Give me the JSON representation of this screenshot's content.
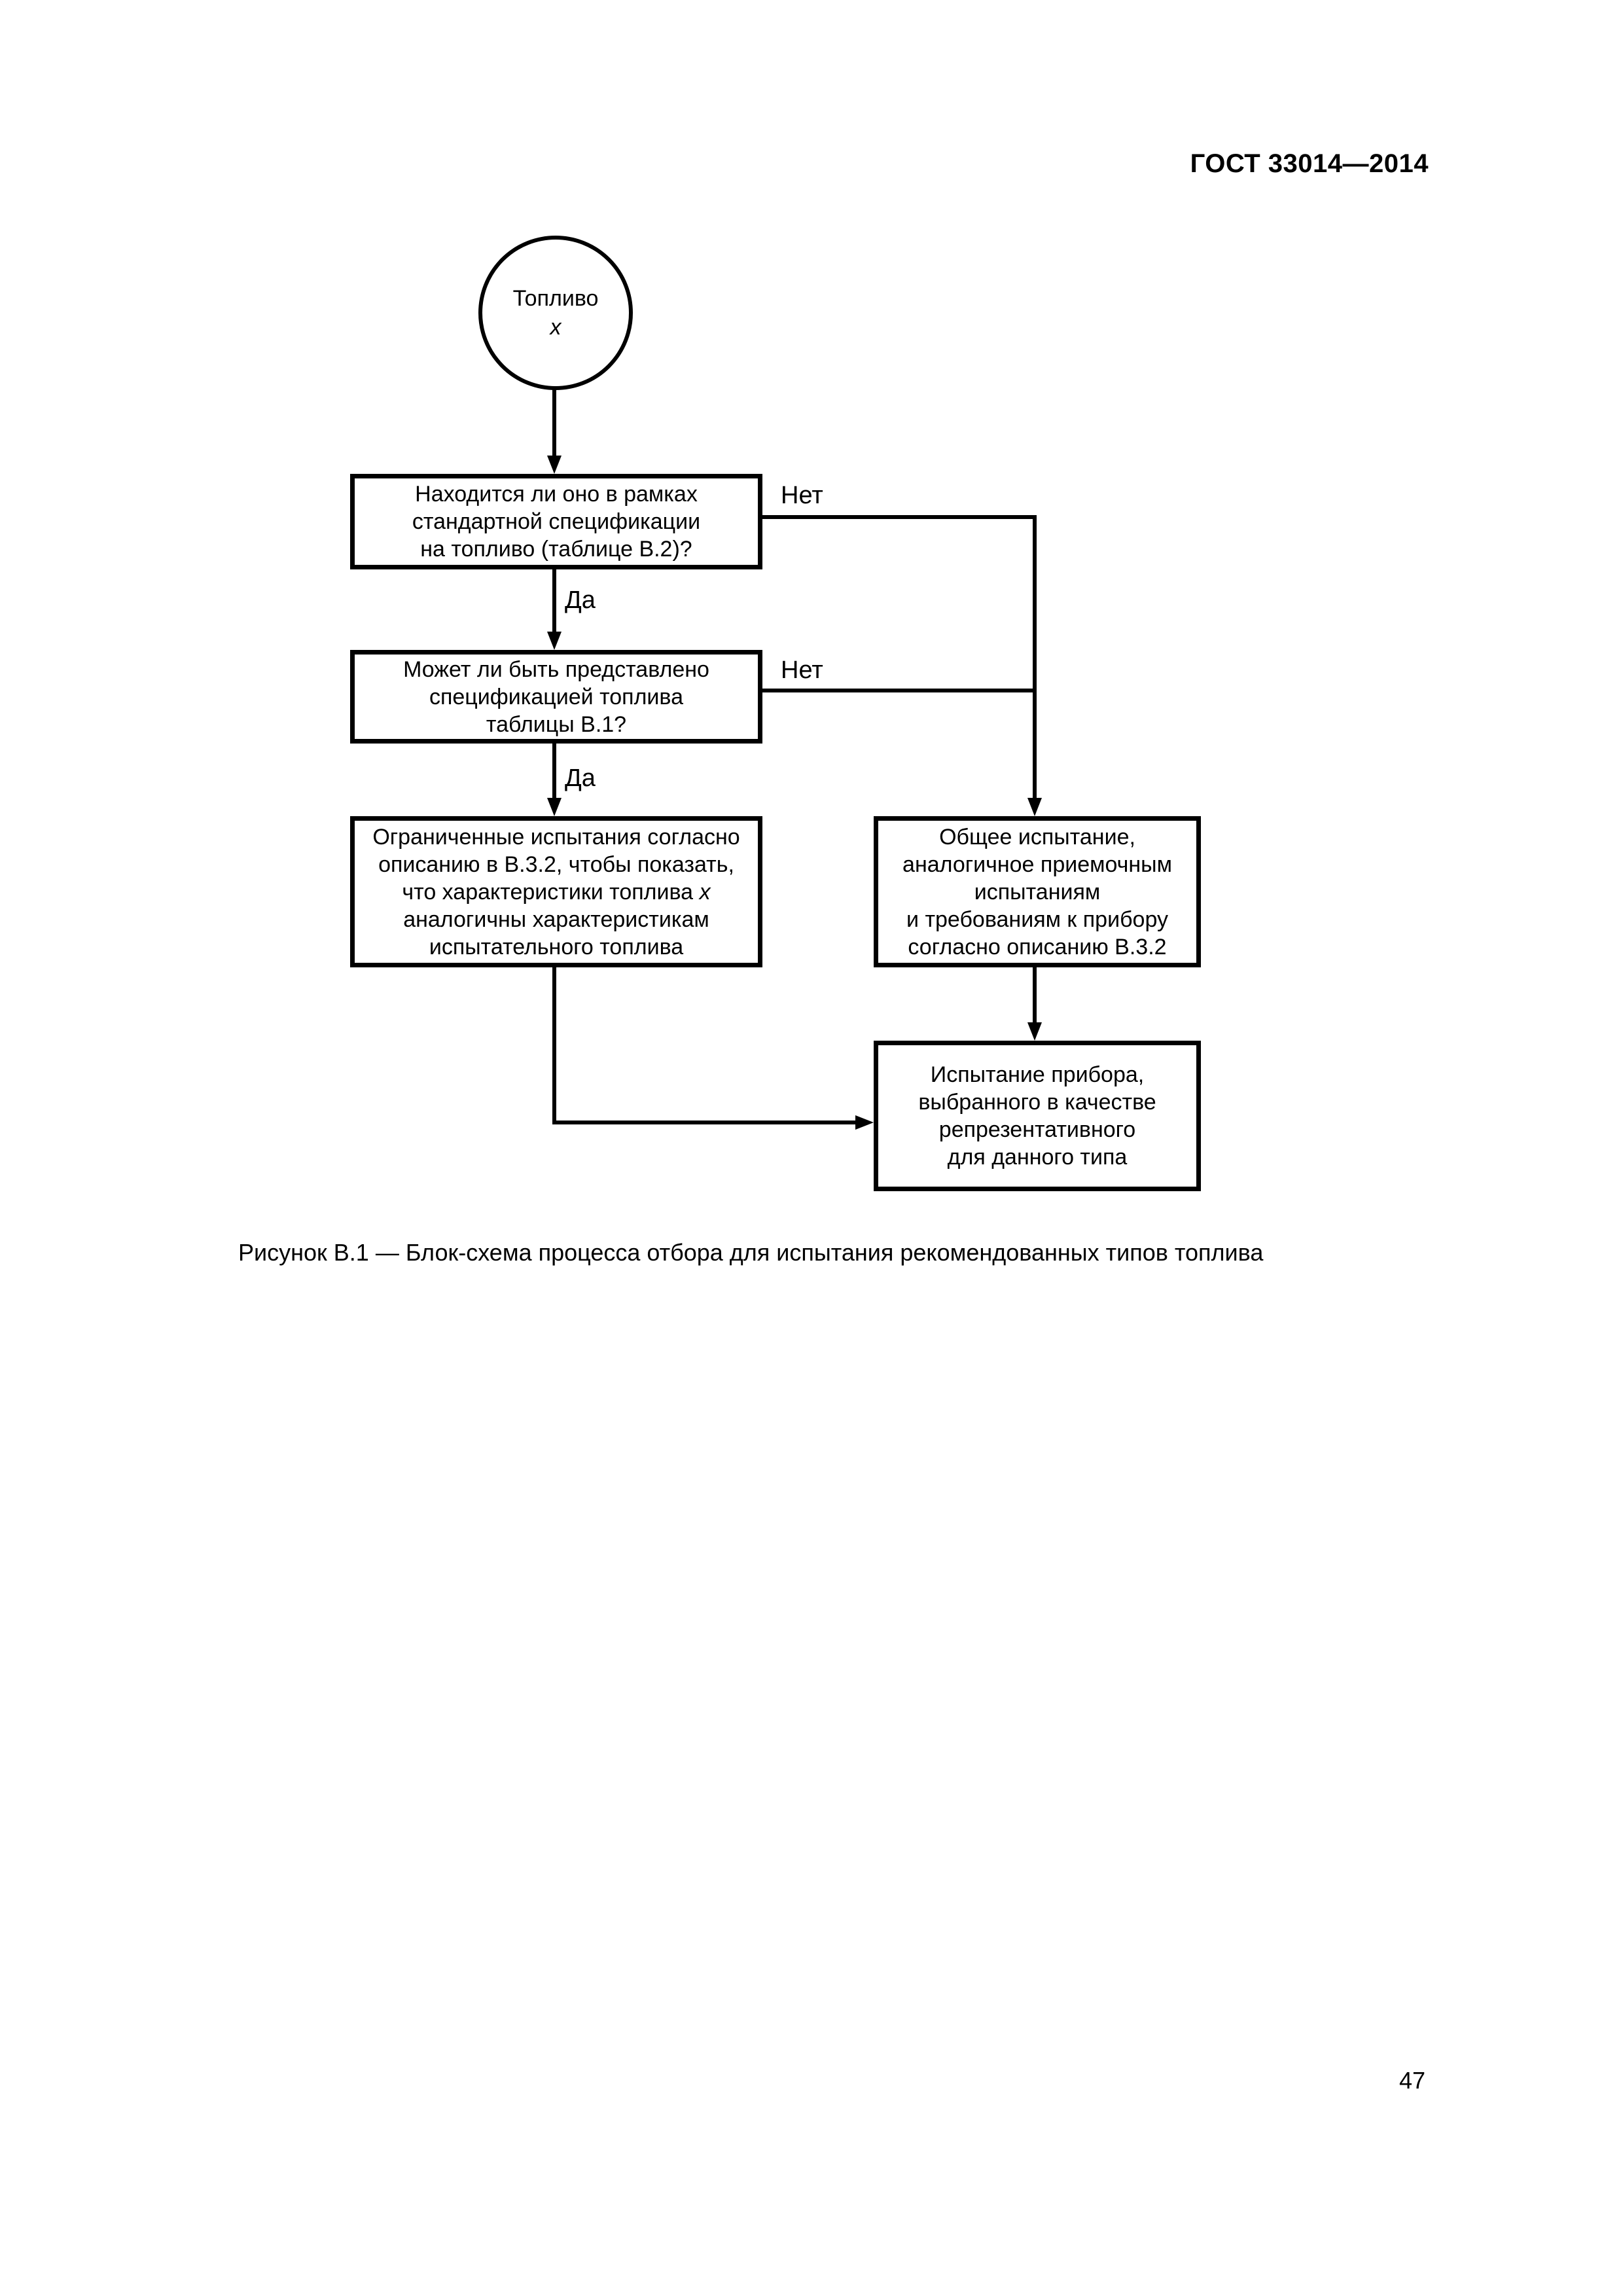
{
  "page": {
    "header": "ГОСТ 33014—2014",
    "caption": "Рисунок В.1 — Блок-схема процесса отбора для испытания рекомендованных типов топлива",
    "page_number": "47"
  },
  "flowchart": {
    "start_circle": {
      "label": "Топливо",
      "variable": "x"
    },
    "decision_standard_spec": {
      "lines": [
        "Находится ли оно в рамках",
        "стандартной спецификации",
        "на топливо (таблице В.2)?"
      ]
    },
    "decision_fuel_spec": {
      "lines": [
        "Может ли быть представлено",
        "спецификацией топлива",
        "таблицы В.1?"
      ]
    },
    "process_limited_tests": {
      "lines": [
        "Ограниченные испытания согласно",
        "описанию в В.3.2, чтобы показать,",
        "что характеристики топлива",
        "аналогичны характеристикам",
        "испытательного топлива"
      ],
      "variable": "x"
    },
    "process_general_test": {
      "lines": [
        "Общее испытание,",
        "аналогичное приемочным",
        "испытаниям",
        "и требованиям к прибору",
        "согласно описанию В.3.2"
      ]
    },
    "process_device_test": {
      "lines": [
        "Испытание прибора,",
        "выбранного в качестве",
        "репрезентативного",
        "для данного типа"
      ]
    },
    "labels": {
      "yes1": "Да",
      "yes2": "Да",
      "no1": "Нет",
      "no2": "Нет"
    },
    "colors": {
      "ink": "#000000",
      "paper": "#ffffff"
    }
  }
}
